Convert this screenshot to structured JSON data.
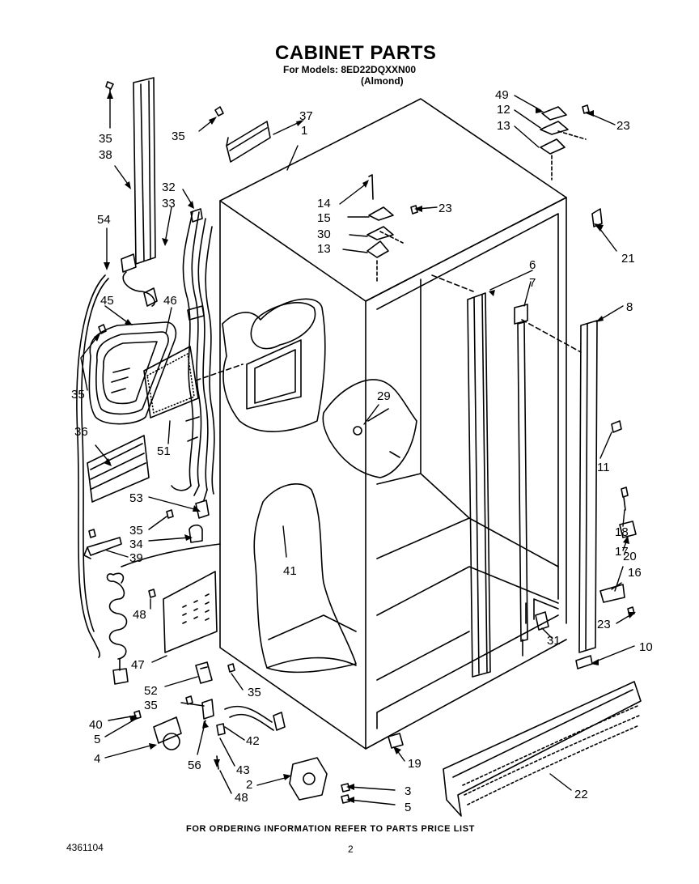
{
  "header": {
    "title": "CABINET PARTS",
    "model_line": "For Models: 8ED22DQXXN00",
    "color_line": "(Almond)"
  },
  "footer": {
    "ordering_note": "FOR ORDERING INFORMATION REFER TO PARTS PRICE LIST",
    "document_number": "4361104",
    "page_number": "2"
  },
  "callouts": {
    "c35a": "35",
    "c38": "38",
    "c37": "37",
    "c1": "1",
    "c35b": "35",
    "c32": "32",
    "c33": "33",
    "c54": "54",
    "c45": "45",
    "c46": "46",
    "c35c": "35",
    "c36": "36",
    "c51": "51",
    "c53": "53",
    "c35d": "35",
    "c34": "34",
    "c39": "39",
    "c48a": "48",
    "c47": "47",
    "c52": "52",
    "c35e": "35",
    "c35f": "35",
    "c40": "40",
    "c5a": "5",
    "c4": "4",
    "c56": "56",
    "c42": "42",
    "c43": "43",
    "c2": "2",
    "c48b": "48",
    "c3": "3",
    "c5b": "5",
    "c19": "19",
    "c22": "22",
    "c10": "10",
    "c23a": "23",
    "c16": "16",
    "c20": "20",
    "c17": "17",
    "c18": "18",
    "c11": "11",
    "c31": "31",
    "c41": "41",
    "c29": "29",
    "c8": "8",
    "c7": "7",
    "c6": "6",
    "c21": "21",
    "c14": "14",
    "c15": "15",
    "c30": "30",
    "c13a": "13",
    "c23b": "23",
    "c49": "49",
    "c12": "12",
    "c13b": "13",
    "c23c": "23"
  }
}
